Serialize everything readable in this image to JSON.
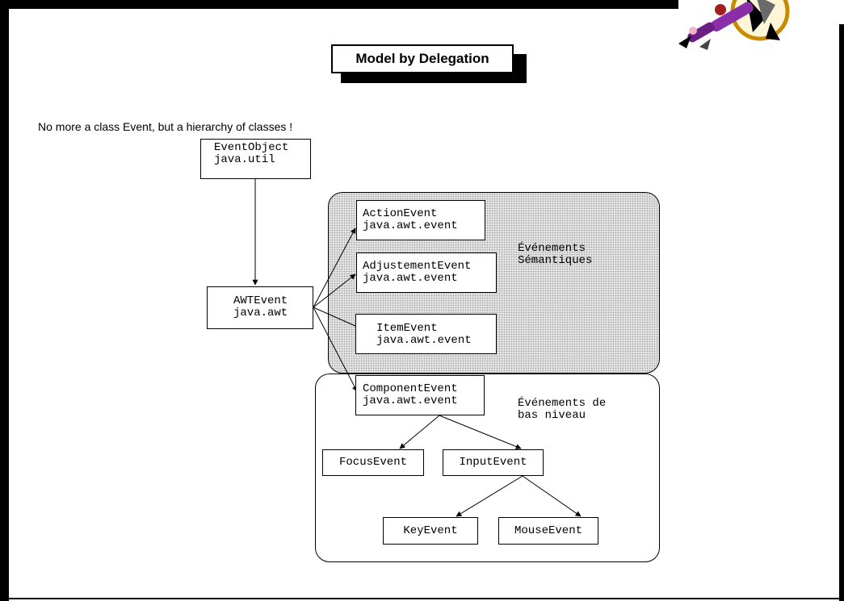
{
  "title": "Model by Delegation",
  "subtitle": "No more a class Event, but a hierarchy of classes !",
  "regions": {
    "semantic": {
      "label_line1": "Événements",
      "label_line2": "Sémantiques"
    },
    "lowlevel": {
      "label_line1": "Événements de",
      "label_line2": "bas niveau"
    }
  },
  "classes": {
    "event_object": {
      "name": "EventObject",
      "package": "java.util"
    },
    "awt_event": {
      "name": "AWTEvent",
      "package": "java.awt"
    },
    "action_event": {
      "name": "ActionEvent",
      "package": "java.awt.event"
    },
    "adjustement_event": {
      "name": "AdjustementEvent",
      "package": "java.awt.event"
    },
    "item_event": {
      "name": "ItemEvent",
      "package": "java.awt.event"
    },
    "component_event": {
      "name": "ComponentEvent",
      "package": "java.awt.event"
    },
    "focus_event": {
      "name": "FocusEvent"
    },
    "input_event": {
      "name": "InputEvent"
    },
    "key_event": {
      "name": "KeyEvent"
    },
    "mouse_event": {
      "name": "MouseEvent"
    }
  },
  "colors": {
    "frame": "#000000",
    "semantic_region_fill": "#e2e2e2",
    "logo_accent": "#8a2da8"
  }
}
